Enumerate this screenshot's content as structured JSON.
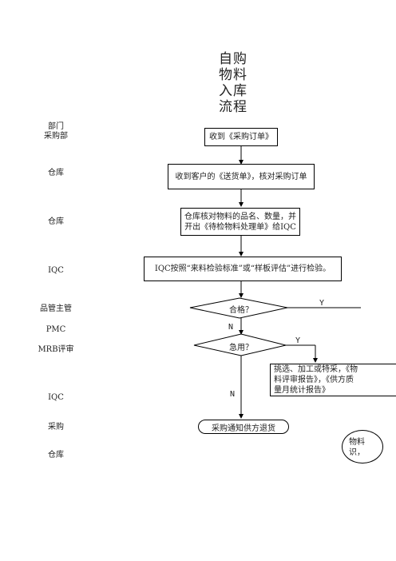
{
  "title_lines": [
    "自购",
    "物料",
    "入库",
    "流程"
  ],
  "departments": {
    "header": "部门",
    "purchasing1": "采购部",
    "warehouse1": "仓库",
    "warehouse2": "仓库",
    "iqc1": "IQC",
    "qa_manager": "品管主管",
    "pmc": "PMC",
    "mrb": "MRB评审",
    "iqc2": "IQC",
    "purchasing2": "采购",
    "warehouse3": "仓库"
  },
  "steps": {
    "receive_po": "收到《采购订单》",
    "receive_delivery": "收到客户的《送货单》，核对采购订单",
    "check_material_line1": "仓库核对物料的品名、数量，并",
    "check_material_line2": "开出《待检物料处理单》给IQC",
    "iqc_inspect": "IQC按照“来料检验标准”或“样板评估”进行检验。",
    "qualified": "合格？",
    "urgent": "急用？",
    "special_line1": "挑选、加工或特采，《物",
    "special_line2": "料评审报告》，《供方质",
    "special_line3": "量月统计报告》",
    "return_goods": "采购通知供方退货",
    "partial_line1": "物料",
    "partial_line2": "识，"
  },
  "labels": {
    "y1": "Y",
    "n1": "N",
    "y2": "Y",
    "n2": "N"
  }
}
